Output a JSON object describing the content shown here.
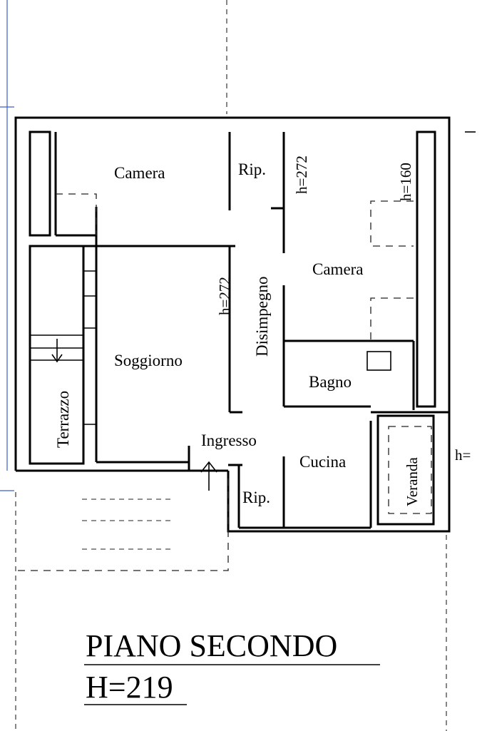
{
  "rooms": {
    "camera_left": "Camera",
    "rip_top": "Rip.",
    "camera_right": "Camera",
    "disimpegno": "Disimpegno",
    "soggiorno": "Soggiorno",
    "terrazzo": "Terrazzo",
    "bagno": "Bagno",
    "ingresso": "Ingresso",
    "cucina": "Cucina",
    "veranda": "Veranda",
    "rip_bottom": "Rip."
  },
  "heights": {
    "rip_top": "h=272",
    "camera_right": "h=160",
    "disimpegno": "h=272",
    "right_edge": "h="
  },
  "title": {
    "main": "PIANO SECONDO",
    "sub": "H=219"
  }
}
